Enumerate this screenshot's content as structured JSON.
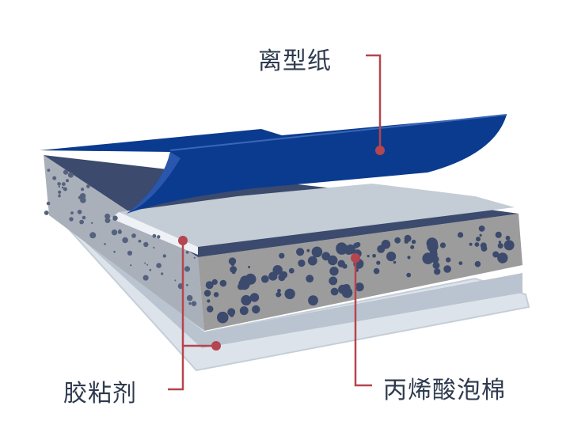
{
  "labels": {
    "release_paper": "离型纸",
    "adhesive": "胶粘剂",
    "acrylic_foam": "丙烯酸泡棉"
  },
  "colors": {
    "release_paper": "#0b3b8f",
    "foam": "#9c9c9c",
    "bubble": "#3b4a6d",
    "film": "#b9c4d0",
    "leader": "#b5454e",
    "text": "#2e3a4e"
  }
}
